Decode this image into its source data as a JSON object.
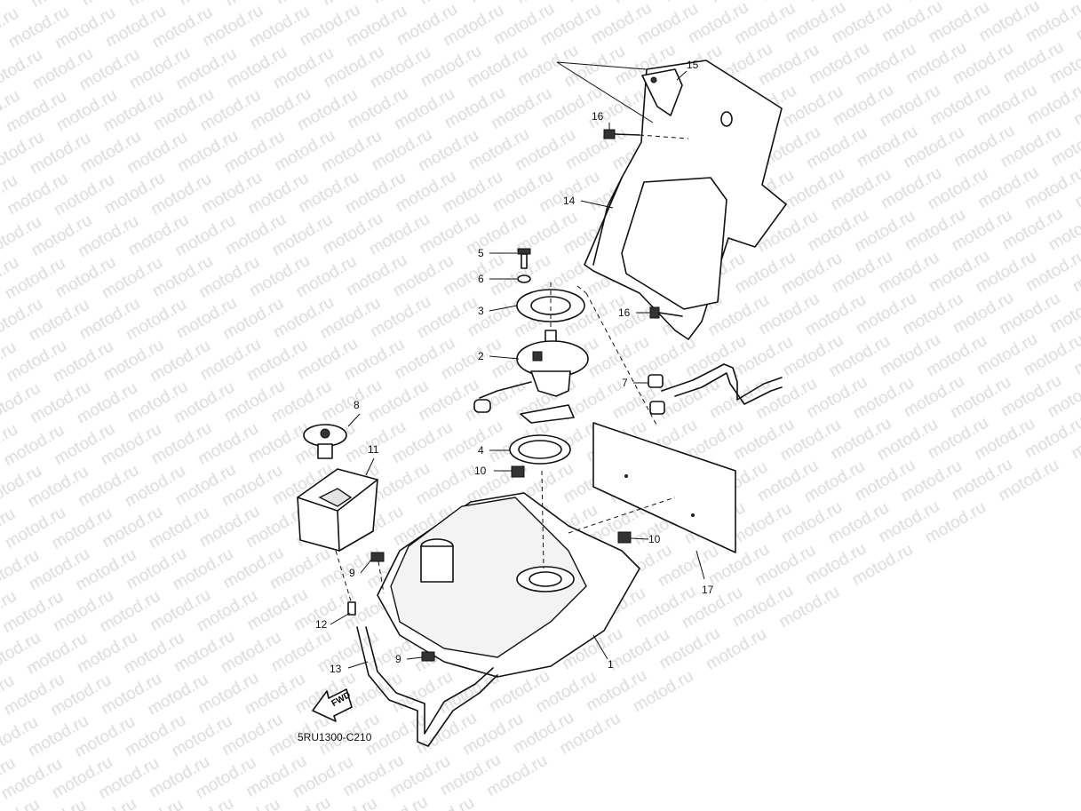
{
  "diagram": {
    "watermark": "motod.ru",
    "part_code": "5RU1300-C210",
    "fwd_label": "FWD",
    "callouts": [
      {
        "id": "c15",
        "label": "15"
      },
      {
        "id": "c16a",
        "label": "16"
      },
      {
        "id": "c14",
        "label": "14"
      },
      {
        "id": "c5",
        "label": "5"
      },
      {
        "id": "c6",
        "label": "6"
      },
      {
        "id": "c3",
        "label": "3"
      },
      {
        "id": "c16b",
        "label": "16"
      },
      {
        "id": "c2",
        "label": "2"
      },
      {
        "id": "c7",
        "label": "7"
      },
      {
        "id": "c8",
        "label": "8"
      },
      {
        "id": "c11",
        "label": "11"
      },
      {
        "id": "c4",
        "label": "4"
      },
      {
        "id": "c10a",
        "label": "10"
      },
      {
        "id": "c10b",
        "label": "10"
      },
      {
        "id": "c9a",
        "label": "9"
      },
      {
        "id": "c12",
        "label": "12"
      },
      {
        "id": "c17",
        "label": "17"
      },
      {
        "id": "c1",
        "label": "1"
      },
      {
        "id": "c13",
        "label": "13"
      },
      {
        "id": "c9b",
        "label": "9"
      }
    ]
  }
}
